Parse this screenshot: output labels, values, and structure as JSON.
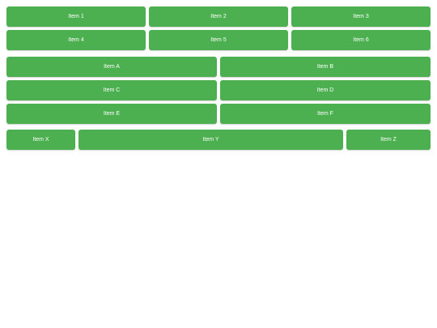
{
  "group1": {
    "items": [
      "Item 1",
      "Item 2",
      "Item 3",
      "Item 4",
      "Item 5",
      "Item 6"
    ]
  },
  "group2": {
    "items": [
      "Item A",
      "Item B",
      "Item C",
      "Item D",
      "Item E",
      "Item F"
    ]
  },
  "group3": {
    "items": [
      "Item X",
      "Item Y",
      "Item Z"
    ]
  },
  "colors": {
    "item_background": "#4caf50",
    "item_text": "#ffffff",
    "page_background": "#ffffff"
  }
}
